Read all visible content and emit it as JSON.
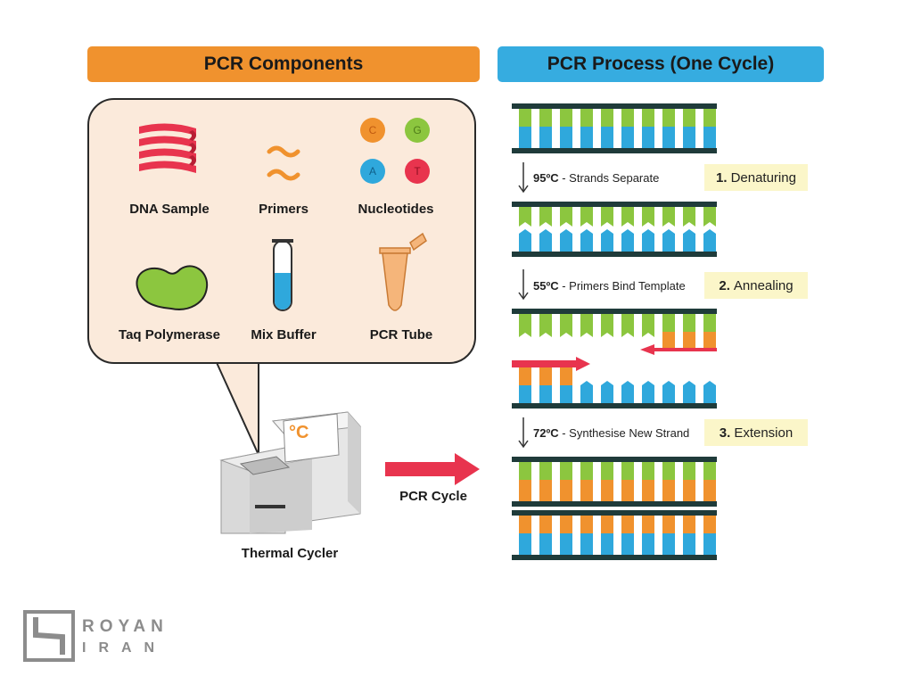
{
  "left_header": "PCR Components",
  "right_header": "PCR Process (One Cycle)",
  "components": [
    {
      "label": "DNA Sample"
    },
    {
      "label": "Primers"
    },
    {
      "label": "Nucleotides"
    },
    {
      "label": "Taq Polymerase"
    },
    {
      "label": "Mix Buffer"
    },
    {
      "label": "PCR Tube"
    }
  ],
  "nucleotides": [
    "C",
    "G",
    "A",
    "T"
  ],
  "thermal_cycler_label": "Thermal Cycler",
  "cycler_screen_text": "°C",
  "cycle_arrow_label": "PCR Cycle",
  "steps": [
    {
      "temp": "95ºC",
      "desc": " - Strands Separate",
      "num": "1.",
      "name": "Denaturing"
    },
    {
      "temp": "55ºC",
      "desc": " - Primers Bind Template",
      "num": "2.",
      "name": "Annealing"
    },
    {
      "temp": "72ºC",
      "desc": " - Synthesise New Strand",
      "num": "3.",
      "name": "Extension"
    }
  ],
  "logo": {
    "line1": "ROYAN",
    "line2": "IRAN"
  },
  "colors": {
    "orange": "#f0922e",
    "blue": "#2fa8dc",
    "green": "#8cc63f",
    "red": "#e8344e",
    "dark_green": "#1f3b3a"
  }
}
